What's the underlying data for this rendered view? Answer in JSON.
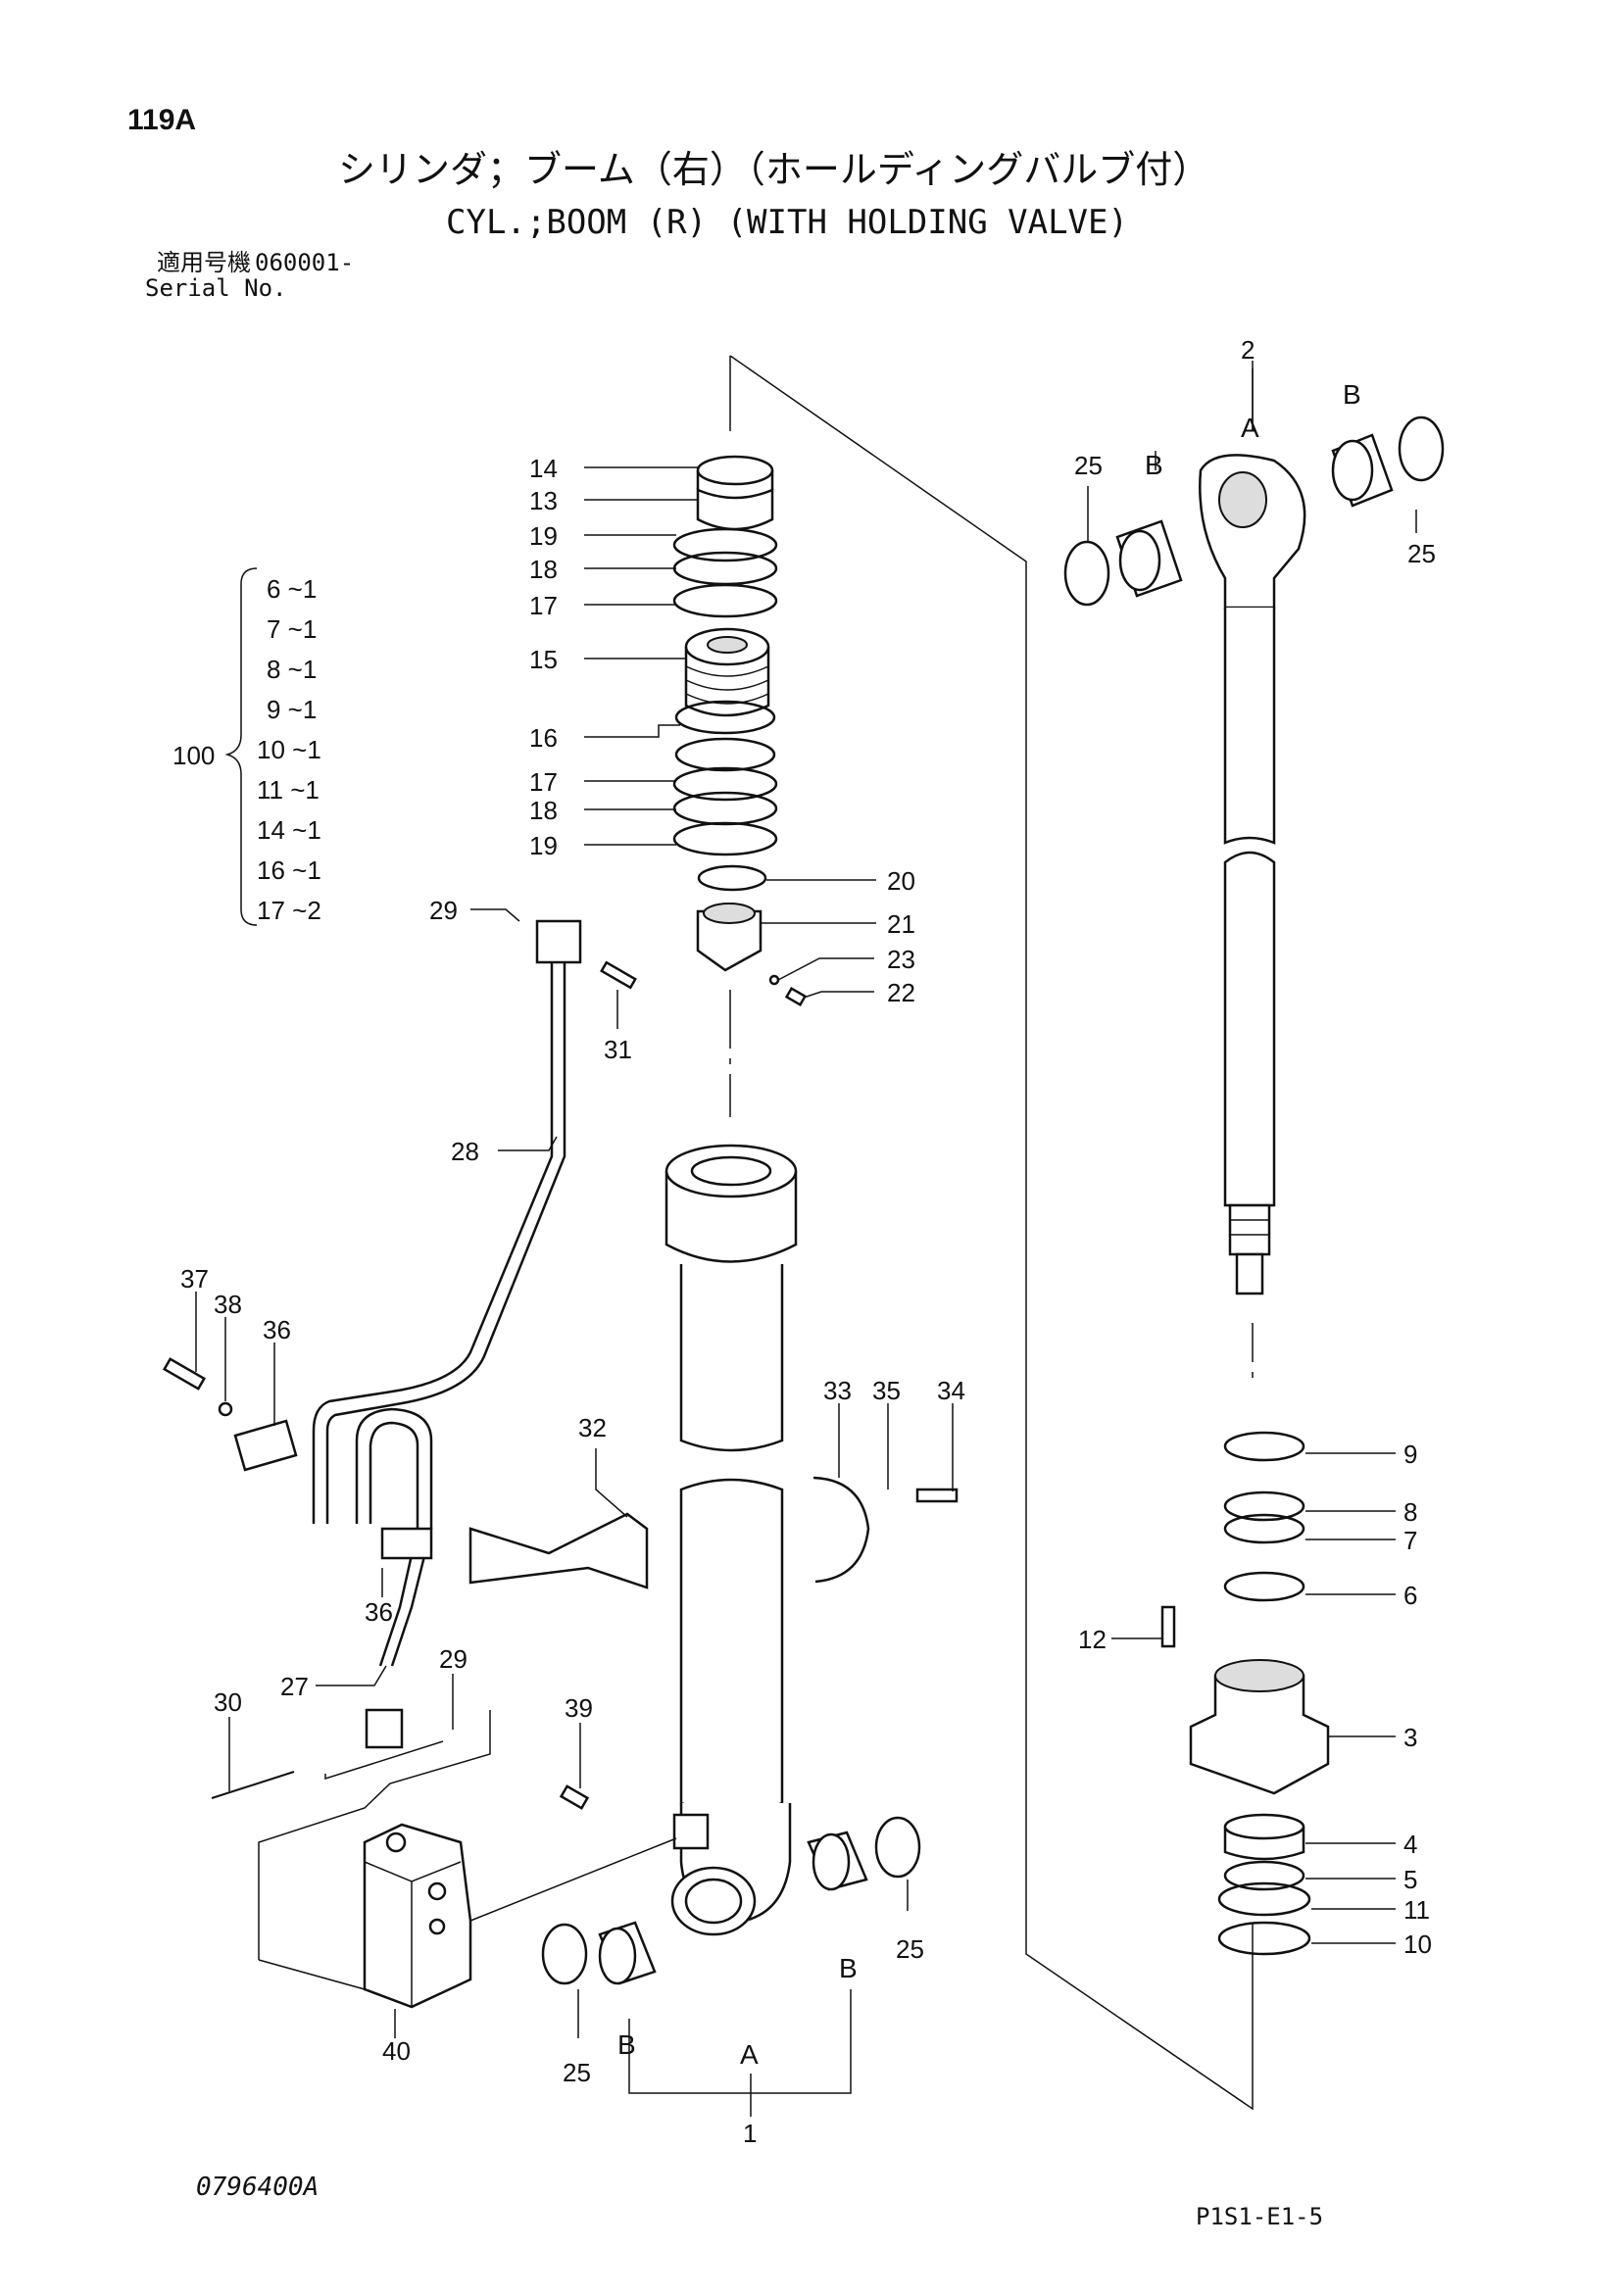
{
  "page_id": "119A",
  "title_jp": "シリンダ；ブーム（右）（ホールディングバルブ付）",
  "title_en": "CYL.;BOOM (R) (WITH HOLDING VALVE)",
  "serial_label_jp": "適用号機",
  "serial_value": "060001-",
  "serial_label_en": "Serial No.",
  "drawing_no": "0796400A",
  "page_code": "P1S1-E1-5",
  "kit": {
    "number": "100",
    "items": [
      "6 ~1",
      "7 ~1",
      "8 ~1",
      "9 ~1",
      "10 ~1",
      "11 ~1",
      "14 ~1",
      "16 ~1",
      "17 ~2"
    ]
  },
  "callouts": {
    "c1": "1",
    "c2": "2",
    "c3": "3",
    "c4": "4",
    "c5": "5",
    "c6": "6",
    "c7": "7",
    "c8": "8",
    "c9": "9",
    "c10": "10",
    "c11": "11",
    "c12": "12",
    "c13": "13",
    "c14": "14",
    "c15": "15",
    "c16": "16",
    "c17a": "17",
    "c17b": "17",
    "c18a": "18",
    "c18b": "18",
    "c19a": "19",
    "c19b": "19",
    "c20": "20",
    "c21": "21",
    "c22": "22",
    "c23": "23",
    "c25a": "25",
    "c25b": "25",
    "c25c": "25",
    "c25d": "25",
    "c27": "27",
    "c28": "28",
    "c29a": "29",
    "c29b": "29",
    "c30": "30",
    "c31": "31",
    "c32": "32",
    "c33": "33",
    "c34": "34",
    "c35": "35",
    "c36a": "36",
    "c36b": "36",
    "c37": "37",
    "c38": "38",
    "c39": "39",
    "c40": "40",
    "A1": "A",
    "A2": "A",
    "B1": "B",
    "B2": "B",
    "B3": "B",
    "B4": "B"
  }
}
